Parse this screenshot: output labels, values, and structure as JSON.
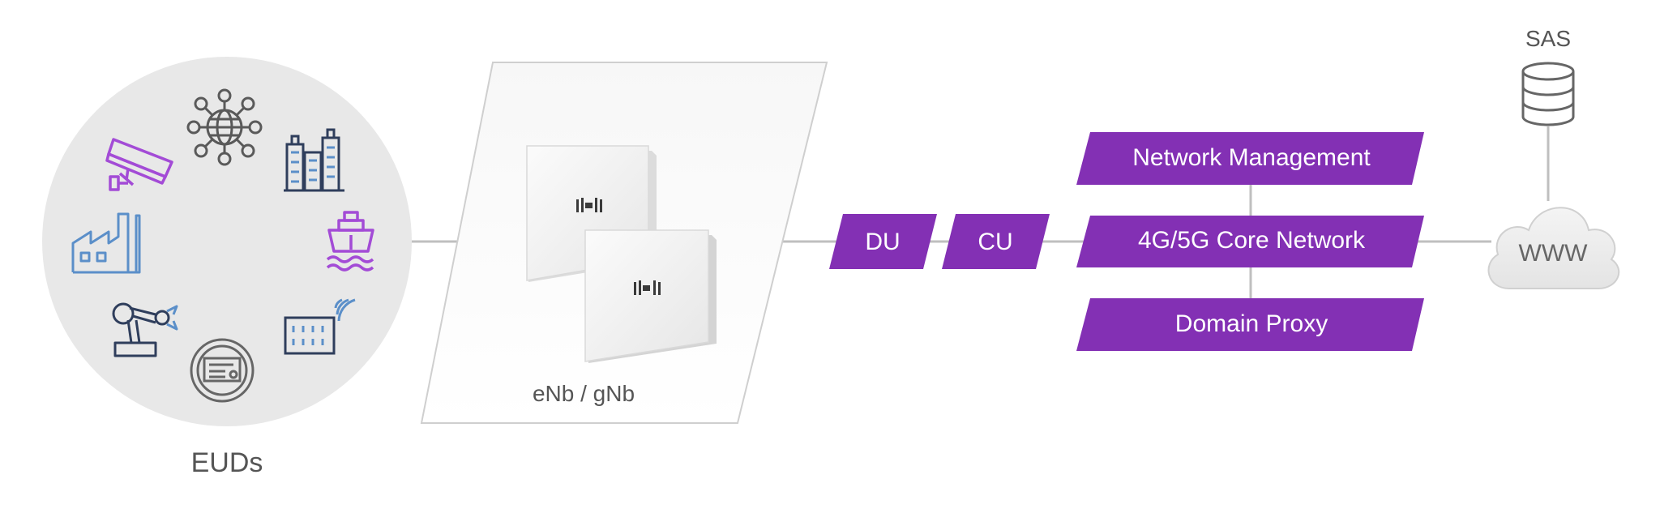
{
  "colors": {
    "purple": "#8330b4",
    "icon_blue": "#5b8fc9",
    "icon_purple": "#a34bd6",
    "icon_dark": "#2f3e5c",
    "circle_fill": "#e8e8e8",
    "line": "#bfbfbf",
    "text": "#555555"
  },
  "eud_group": {
    "label": "EUDs",
    "icons": [
      "surveillance-camera-icon",
      "network-globe-icon",
      "city-buildings-icon",
      "ship-icon",
      "smart-office-building-icon",
      "smart-meter-icon",
      "robotic-arm-icon",
      "factory-icon"
    ]
  },
  "base_station": {
    "label": "eNb / gNb",
    "icons": [
      "radio-unit-icon",
      "radio-unit-icon"
    ]
  },
  "ran": {
    "du_label": "DU",
    "cu_label": "CU"
  },
  "core": {
    "network_management_label": "Network Management",
    "core_network_label": "4G/5G Core Network",
    "domain_proxy_label": "Domain Proxy"
  },
  "internet": {
    "www_label": "WWW",
    "sas_label": "SAS",
    "icons": [
      "cloud-icon",
      "database-icon"
    ]
  }
}
